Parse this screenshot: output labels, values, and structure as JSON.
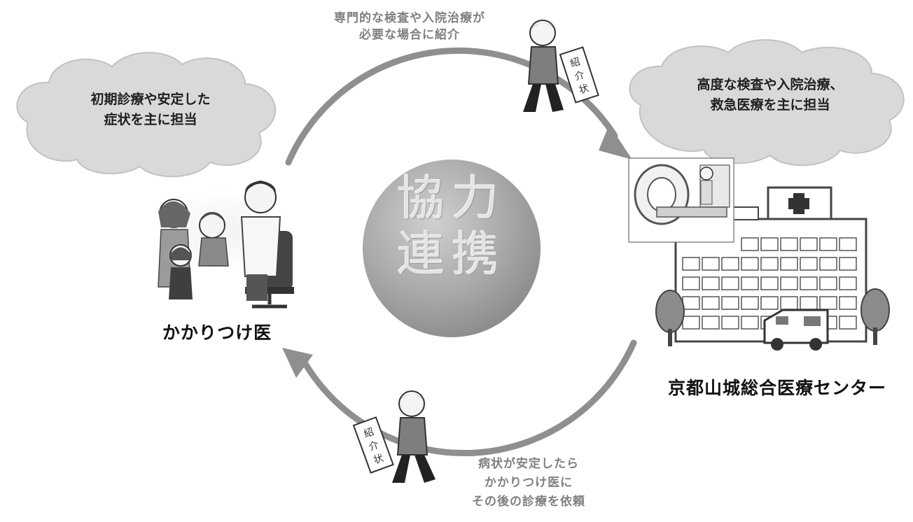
{
  "center": {
    "line1": "協力",
    "line2": "連携"
  },
  "clinic": {
    "label": "かかりつけ医",
    "role_line1": "初期診療や安定した",
    "role_line2": "症状を主に担当"
  },
  "hospital": {
    "label": "京都山城総合医療センター",
    "role_line1": "高度な検査や入院治療、",
    "role_line2": "救急医療を主に担当"
  },
  "referral_to_hospital": {
    "line1": "専門的な検査や入院治療が",
    "line2": "必要な場合に紹介"
  },
  "referral_to_clinic": {
    "line1": "病状が安定したら",
    "line2": "かかりつけ医に",
    "line3": "その後の診療を依頼"
  },
  "letter_text": "紹介状",
  "icons": [
    "cloud-icon",
    "doctor-with-family-icon",
    "hospital-building-icon",
    "mri-scanner-icon",
    "ambulance-icon",
    "tree-icon",
    "walking-man-icon",
    "referral-letter-icon",
    "arrow-icon"
  ]
}
